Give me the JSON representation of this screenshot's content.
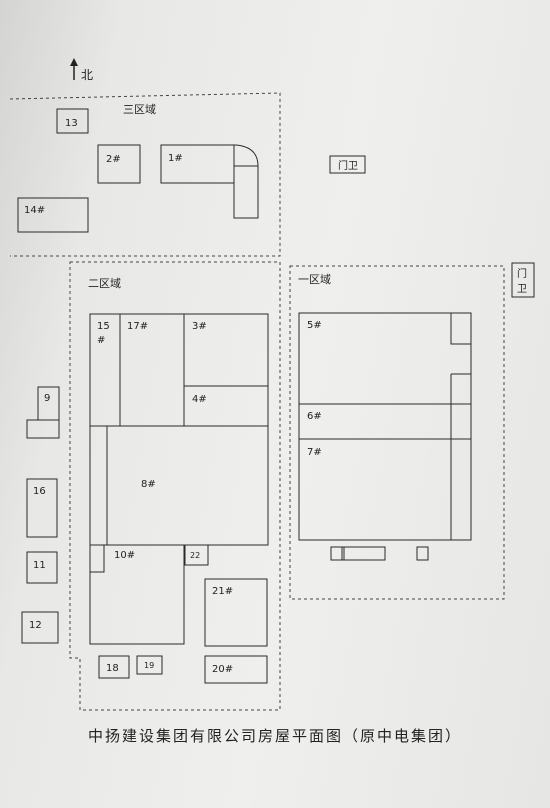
{
  "north_label": "北",
  "zones": {
    "z3": "三区域",
    "z2": "二区域",
    "z1": "一区域"
  },
  "gates": {
    "gate_top": "门卫",
    "gate_right_1": "门",
    "gate_right_2": "卫"
  },
  "buildings": {
    "b13": "13",
    "b2": "2#",
    "b1": "1#",
    "b14": "14#",
    "b15a": "15",
    "b15b": "#",
    "b17": "17#",
    "b3": "3#",
    "b4": "4#",
    "b8": "8#",
    "b10": "10#",
    "b22": "22",
    "b21": "21#",
    "b18": "18",
    "b19": "19",
    "b20": "20#",
    "b9": "9",
    "b16": "16",
    "b11": "11",
    "b12": "12",
    "b5": "5#",
    "b6": "6#",
    "b7": "7#"
  },
  "caption": "中扬建设集团有限公司房屋平面图（原中电集团）"
}
